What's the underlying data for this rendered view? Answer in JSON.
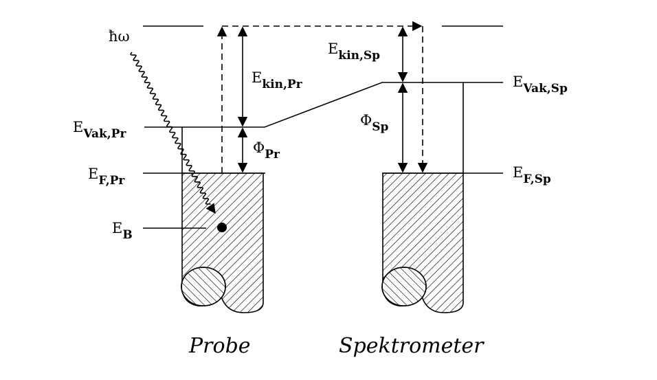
{
  "labels": {
    "hw": "ħω",
    "ekin_pr_main": "E",
    "ekin_pr_sub": "kin,Pr",
    "ekin_sp_main": "E",
    "ekin_sp_sub": "kin,Sp",
    "evak_pr_main": "E",
    "evak_pr_sub": "Vak,Pr",
    "evak_sp_main": "E",
    "evak_sp_sub": "Vak,Sp",
    "phi_pr_main": "Φ",
    "phi_pr_sub": "Pr",
    "phi_sp_main": "Φ",
    "phi_sp_sub": "Sp",
    "ef_pr_main": "E",
    "ef_pr_sub": "F,Pr",
    "ef_sp_main": "E",
    "ef_sp_sub": "F,Sp",
    "eb_main": "E",
    "eb_sub": "B"
  },
  "captions": {
    "probe": "Probe",
    "spectrometer": "Spektrometer"
  }
}
